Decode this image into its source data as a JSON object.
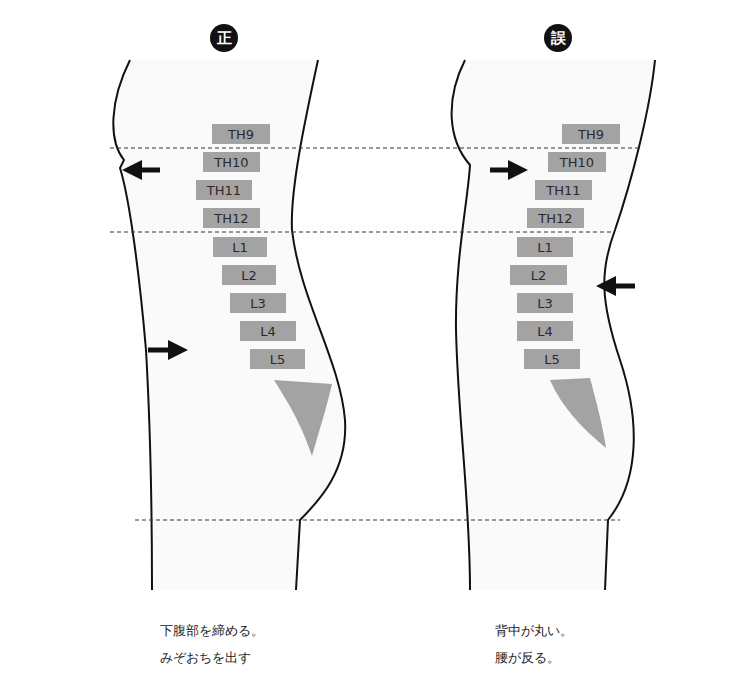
{
  "diagram": {
    "nodes": [
      {
        "text": [
          "正"
        ]
      },
      {
        "text": [
          "TH9"
        ]
      },
      {
        "text": [
          "TH10"
        ]
      },
      {
        "text": [
          "TH11"
        ]
      },
      {
        "text": [
          "TH12"
        ]
      },
      {
        "text": [
          "L1"
        ]
      },
      {
        "text": [
          "L2"
        ]
      },
      {
        "text": [
          "L3"
        ]
      },
      {
        "text": [
          "L4"
        ]
      },
      {
        "text": [
          "L5"
        ]
      },
      {
        "text": [
          "誤"
        ]
      },
      {
        "text": [
          "TH9"
        ]
      },
      {
        "text": [
          "TH10"
        ]
      },
      {
        "text": [
          "TH11"
        ]
      },
      {
        "text": [
          "TH12"
        ]
      },
      {
        "text": [
          "L1"
        ]
      },
      {
        "text": [
          "L2"
        ]
      },
      {
        "text": [
          "L3"
        ]
      },
      {
        "text": [
          "L4"
        ]
      },
      {
        "text": [
          "L5"
        ]
      }
    ],
    "labels": [
      "下腹部を締める。",
      "みぞおちを出す",
      "背中が丸い。",
      "腰が反る。"
    ]
  }
}
